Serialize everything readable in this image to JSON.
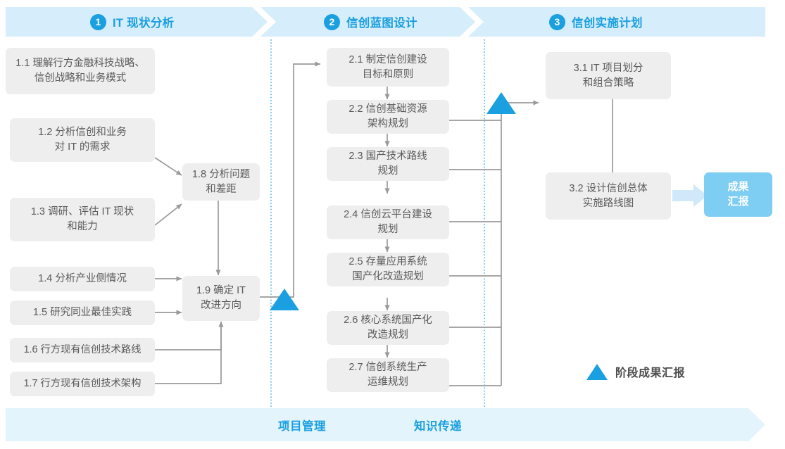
{
  "phases": [
    {
      "num": "1",
      "label": "IT 现状分析"
    },
    {
      "num": "2",
      "label": "信创蓝图设计"
    },
    {
      "num": "3",
      "label": "信创实施计划"
    }
  ],
  "column1": [
    {
      "id": "1.1",
      "text": "1.1 理解行方金融科技战略、\n信创战略和业务模式"
    },
    {
      "id": "1.2",
      "text": "1.2 分析信创和业务\n对 IT 的需求"
    },
    {
      "id": "1.3",
      "text": "1.3 调研、评估 IT 现状\n和能力"
    },
    {
      "id": "1.4",
      "text": "1.4 分析产业侧情况"
    },
    {
      "id": "1.5",
      "text": "1.5 研究同业最佳实践"
    },
    {
      "id": "1.6",
      "text": "1.6 行方现有信创技术路线"
    },
    {
      "id": "1.7",
      "text": "1.7 行方现有信创技术架构"
    }
  ],
  "column1b": [
    {
      "id": "1.8",
      "text": "1.8 分析问题\n和差距"
    },
    {
      "id": "1.9",
      "text": "1.9 确定 IT\n改进方向"
    }
  ],
  "column2": [
    {
      "id": "2.1",
      "text": "2.1 制定信创建设\n目标和原则"
    },
    {
      "id": "2.2",
      "text": "2.2 信创基础资源\n架构规划"
    },
    {
      "id": "2.3",
      "text": "2.3 国产技术路线\n规划"
    },
    {
      "id": "2.4",
      "text": "2.4 信创云平台建设\n规划"
    },
    {
      "id": "2.5",
      "text": "2.5 存量应用系统\n国产化改造规划"
    },
    {
      "id": "2.6",
      "text": "2.6 核心系统国产化\n改造规划"
    },
    {
      "id": "2.7",
      "text": "2.7 信创系统生产\n运维规划"
    }
  ],
  "column3": [
    {
      "id": "3.1",
      "text": "3.1 IT 项目划分\n和组合策略"
    },
    {
      "id": "3.2",
      "text": "3.2 设计信创总体\n实施路线图"
    }
  ],
  "result_chip": {
    "text": "成果\n汇报"
  },
  "legend": {
    "text": "阶段成果汇报",
    "marker": "triangle-up"
  },
  "bottom_bar": {
    "labels": [
      "项目管理",
      "知识传递"
    ]
  },
  "colors": {
    "accent": "#1a9fe0",
    "band": "#d6edfb",
    "bottom_band": "#e4f4fc",
    "box_bg": "#eeeeee",
    "box_text": "#5a5a5a",
    "chip_bg": "#7ecdf2",
    "chip_arrow": "#cfe9fa",
    "connector": "#9a9a9a",
    "divider": "#4db8e8"
  }
}
